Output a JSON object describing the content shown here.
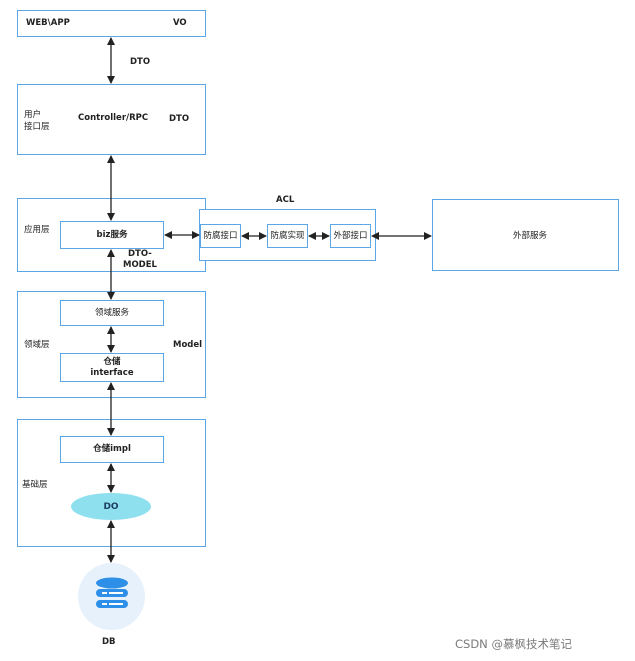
{
  "top": {
    "left_label": "WEB\\APP",
    "right_label": "VO"
  },
  "link_top": {
    "label": "DTO"
  },
  "user_layer": {
    "title_line1": "用户",
    "title_line2": "接口层",
    "center_label": "Controller/RPC",
    "right_label": "DTO"
  },
  "app_layer": {
    "title": "应用层",
    "biz_service": "biz服务",
    "dto_model_line1": "DTO-",
    "dto_model_line2": "MODEL"
  },
  "acl": {
    "title": "ACL",
    "items": [
      "防腐接口",
      "防腐实现",
      "外部接口"
    ]
  },
  "external": {
    "label": "外部服务"
  },
  "domain_layer": {
    "title": "领域层",
    "service": "领域服务",
    "repo_line1": "仓储",
    "repo_line2": "interface",
    "right_label": "Model"
  },
  "infra_layer": {
    "title": "基础层",
    "repo_impl": "仓储impl",
    "do_label": "DO"
  },
  "db": {
    "label": "DB"
  },
  "watermark": "CSDN @慕枫技术笔记",
  "colors": {
    "border": "#5aa6e6",
    "do_fill": "#8fe0ef",
    "db_icon": "#2d8fe8",
    "db_circle": "#e7f1fb",
    "arrow": "#222222"
  }
}
